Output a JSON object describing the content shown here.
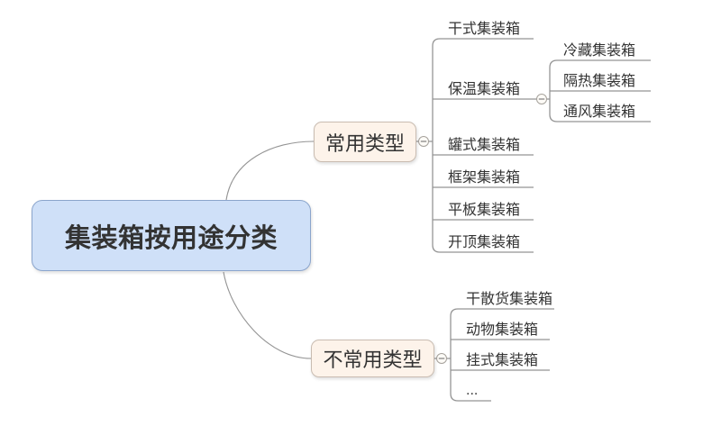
{
  "root": {
    "label": "集装箱按用途分类"
  },
  "branches": [
    {
      "label": "常用类型",
      "children": [
        {
          "label": "干式集装箱"
        },
        {
          "label": "保温集装箱",
          "children": [
            {
              "label": "冷藏集装箱"
            },
            {
              "label": "隔热集装箱"
            },
            {
              "label": "通风集装箱"
            }
          ]
        },
        {
          "label": "罐式集装箱"
        },
        {
          "label": "框架集装箱"
        },
        {
          "label": "平板集装箱"
        },
        {
          "label": "开顶集装箱"
        }
      ]
    },
    {
      "label": "不常用类型",
      "children": [
        {
          "label": "干散货集装箱"
        },
        {
          "label": "动物集装箱"
        },
        {
          "label": "挂式集装箱"
        },
        {
          "label": "..."
        }
      ]
    }
  ],
  "icons": {
    "collapse": "minus-in-circle"
  },
  "colors": {
    "root_fill": "#cfe0f8",
    "root_border": "#8ba5cc",
    "branch_fill": "#fdf3ea",
    "branch_border": "#c9bcb1",
    "line": "#949494",
    "icon_fill": "#fdfbf7",
    "icon_border": "#a6a29c",
    "text": "#333333",
    "bg": "#ffffff"
  }
}
